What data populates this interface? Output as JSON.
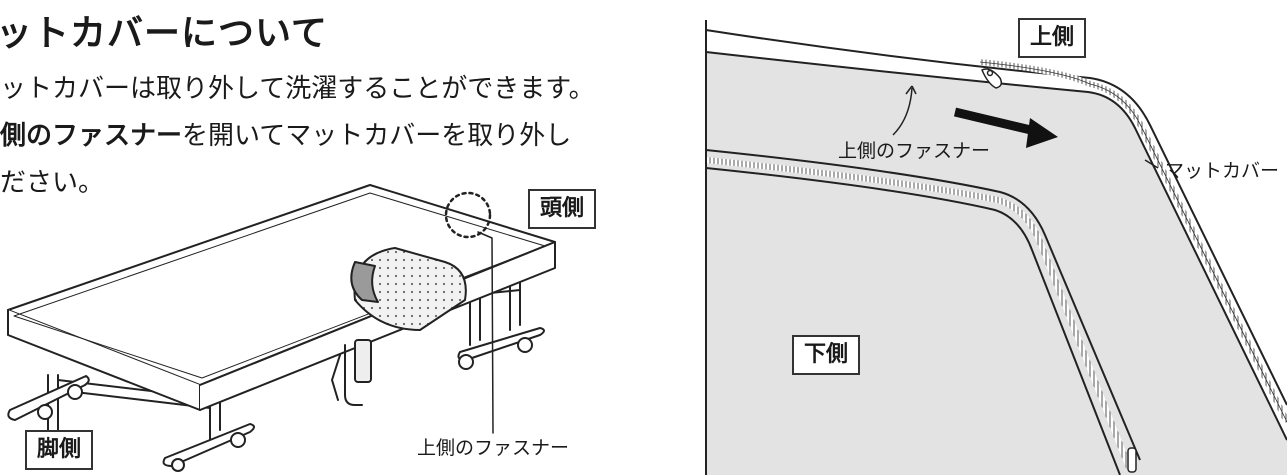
{
  "section": {
    "heading": "ットカバーについて",
    "lines": {
      "l1": "ットカバーは取り外して洗濯することができます。",
      "l2_bold": "側のファスナー",
      "l2_rest": "を開いてマットカバーを取り外し",
      "l3": "ださい。"
    }
  },
  "bed_figure": {
    "head_side_label": "頭側",
    "foot_side_label": "脚側",
    "zipper_callout": "上側のファスナー"
  },
  "detail_figure": {
    "upper_label": "上側",
    "lower_label": "下側",
    "zipper_callout": "上側のファスナー",
    "cover_callout": "マットカバー"
  }
}
